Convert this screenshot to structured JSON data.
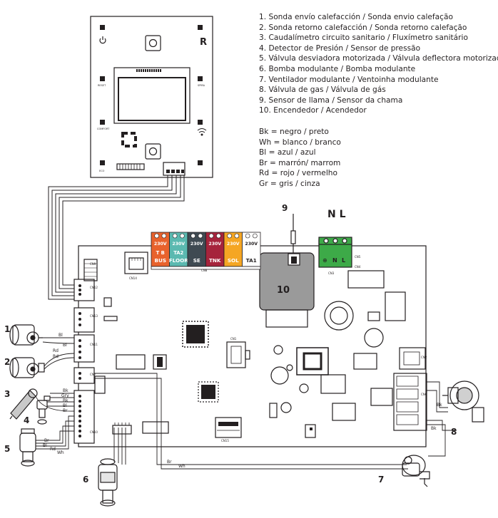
{
  "legend": [
    "1. Sonda envío calefacción / Sonda envio calefação",
    "2. Sonda retorno calefacción / Sonda retorno calefação",
    "3. Caudalímetro circuito sanitario / Fluxímetro sanitário",
    "4. Detector de Presión / Sensor de pressão",
    "5. Válvula desviadora motorizada / Válvula deflectora motorizada",
    "6. Bomba modulante / Bomba modulante",
    "7. Ventilador modulante / Ventoinha modulante",
    "8. Válvula de gas / Válvula de gás",
    "9. Sensor de llama / Sensor da chama",
    "10. Encendedor / Acendedor"
  ],
  "colors": [
    "Bk = negro / preto",
    "Wh = blanco / branco",
    "Bl = azul / azul",
    "Br = marrón/ marrom",
    "Rd = rojo / vermelho",
    "Gr = gris / cinza"
  ],
  "panel": {
    "r_label": "R",
    "small_labels": [
      "RESET",
      "SPIRA",
      "COMFORT",
      "ECO"
    ]
  },
  "board": {
    "terminals": [
      {
        "top": "230V",
        "mid": "T B",
        "bot": "BUS",
        "color": "#e8622c"
      },
      {
        "top": "230V",
        "mid": "TA2",
        "bot": "FLOOR",
        "color": "#5bb9b0"
      },
      {
        "top": "230V",
        "mid": "",
        "bot": "SE",
        "color": "#3f4a52"
      },
      {
        "top": "230V",
        "mid": "",
        "bot": "TNK",
        "color": "#a6243c"
      },
      {
        "top": "230V",
        "mid": "",
        "bot": "SOL",
        "color": "#f5a623"
      },
      {
        "top": "230V",
        "mid": "",
        "bot": "TA1",
        "color": "#ffffff"
      }
    ],
    "ignitor_label": "10",
    "nl_label": "N L",
    "sensor_label": "9",
    "mains_terminal": [
      "⊕",
      "N",
      "L"
    ],
    "connectors": [
      "CN1",
      "CN2",
      "CN3",
      "CN4",
      "CN5",
      "CN6",
      "CN7",
      "CN8",
      "CN9",
      "CN10",
      "CN11",
      "CN12",
      "CN13",
      "CN14",
      "CN15"
    ]
  },
  "components": {
    "labels": [
      "1",
      "2",
      "3",
      "4",
      "5",
      "6",
      "7",
      "8"
    ]
  },
  "wire_labels": {
    "c1": [
      "Bl",
      "Bl"
    ],
    "c2": [
      "Rd",
      "Rd"
    ],
    "c3": [
      "Bk",
      "Gry",
      "Bk",
      "Bl",
      "Br"
    ],
    "c5": [
      "Br",
      "Bl",
      "Rd",
      "Wh"
    ],
    "c7": [
      "Br",
      "Wh"
    ],
    "c8": [
      "Bk",
      "Bk"
    ]
  },
  "palette": {
    "line": "#231f20",
    "green_terminal": "#3daa48",
    "ignitor": "#9a9a9a"
  }
}
